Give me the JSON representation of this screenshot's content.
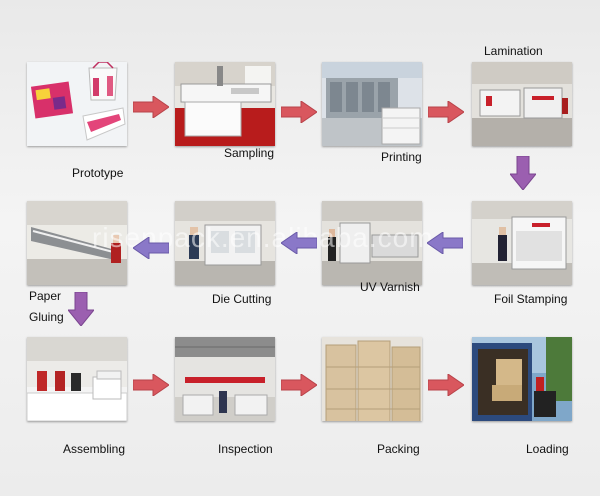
{
  "steps": {
    "prototype": "Prototype",
    "sampling": "Sampling",
    "printing": "Printing",
    "lamination": "Lamination",
    "foil_stamping": "Foil Stamping",
    "uv_varnish": "UV Varnish",
    "die_cutting": "Die Cutting",
    "paper_gluing_line1": "Paper",
    "paper_gluing_line2": "Gluing",
    "assembling": "Assembling",
    "inspection": "Inspection",
    "packing": "Packing",
    "loading": "Loading"
  },
  "colors": {
    "arrow_red": "#d9575e",
    "arrow_purple": "#9b5fb0"
  }
}
